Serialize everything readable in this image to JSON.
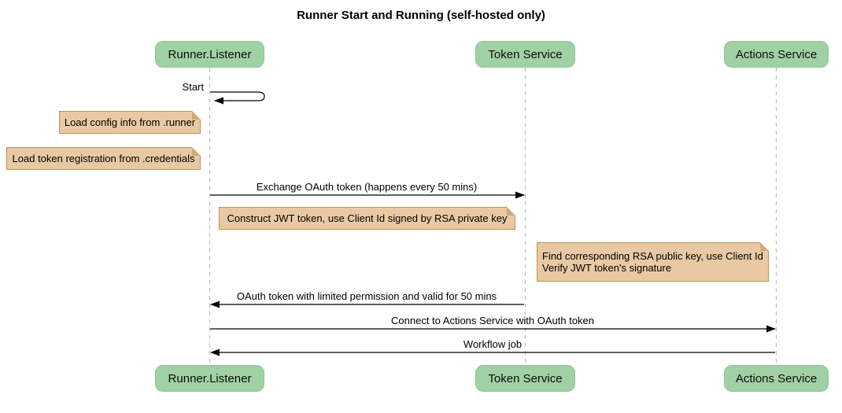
{
  "diagram": {
    "title": "Runner Start and Running (self-hosted only)",
    "participants": {
      "runner": "Runner.Listener",
      "token": "Token Service",
      "actions": "Actions Service"
    },
    "messages": {
      "start": "Start",
      "exchange_oauth": "Exchange OAuth token (happens every 50 mins)",
      "oauth_return": "OAuth token with limited permission and valid for 50 mins",
      "connect_actions": "Connect to Actions Service with OAuth token",
      "workflow_job": "Workflow job"
    },
    "notes": {
      "load_config": "Load config info from .runner",
      "load_token_registration": "Load token registration from .credentials",
      "construct_jwt": "Construct JWT token, use Client Id signed by RSA private key",
      "find_rsa_line1": "Find corresponding RSA public key, use Client Id",
      "find_rsa_line2": "Verify JWT token's signature"
    },
    "colors": {
      "participant_fill": "#a0d1a4",
      "participant_border": "#90c496",
      "note_fill": "#e9c9a3",
      "note_border": "#bf8f55",
      "lifeline": "#bdbdbd",
      "arrow": "#000000",
      "background": "#ffffff"
    }
  }
}
